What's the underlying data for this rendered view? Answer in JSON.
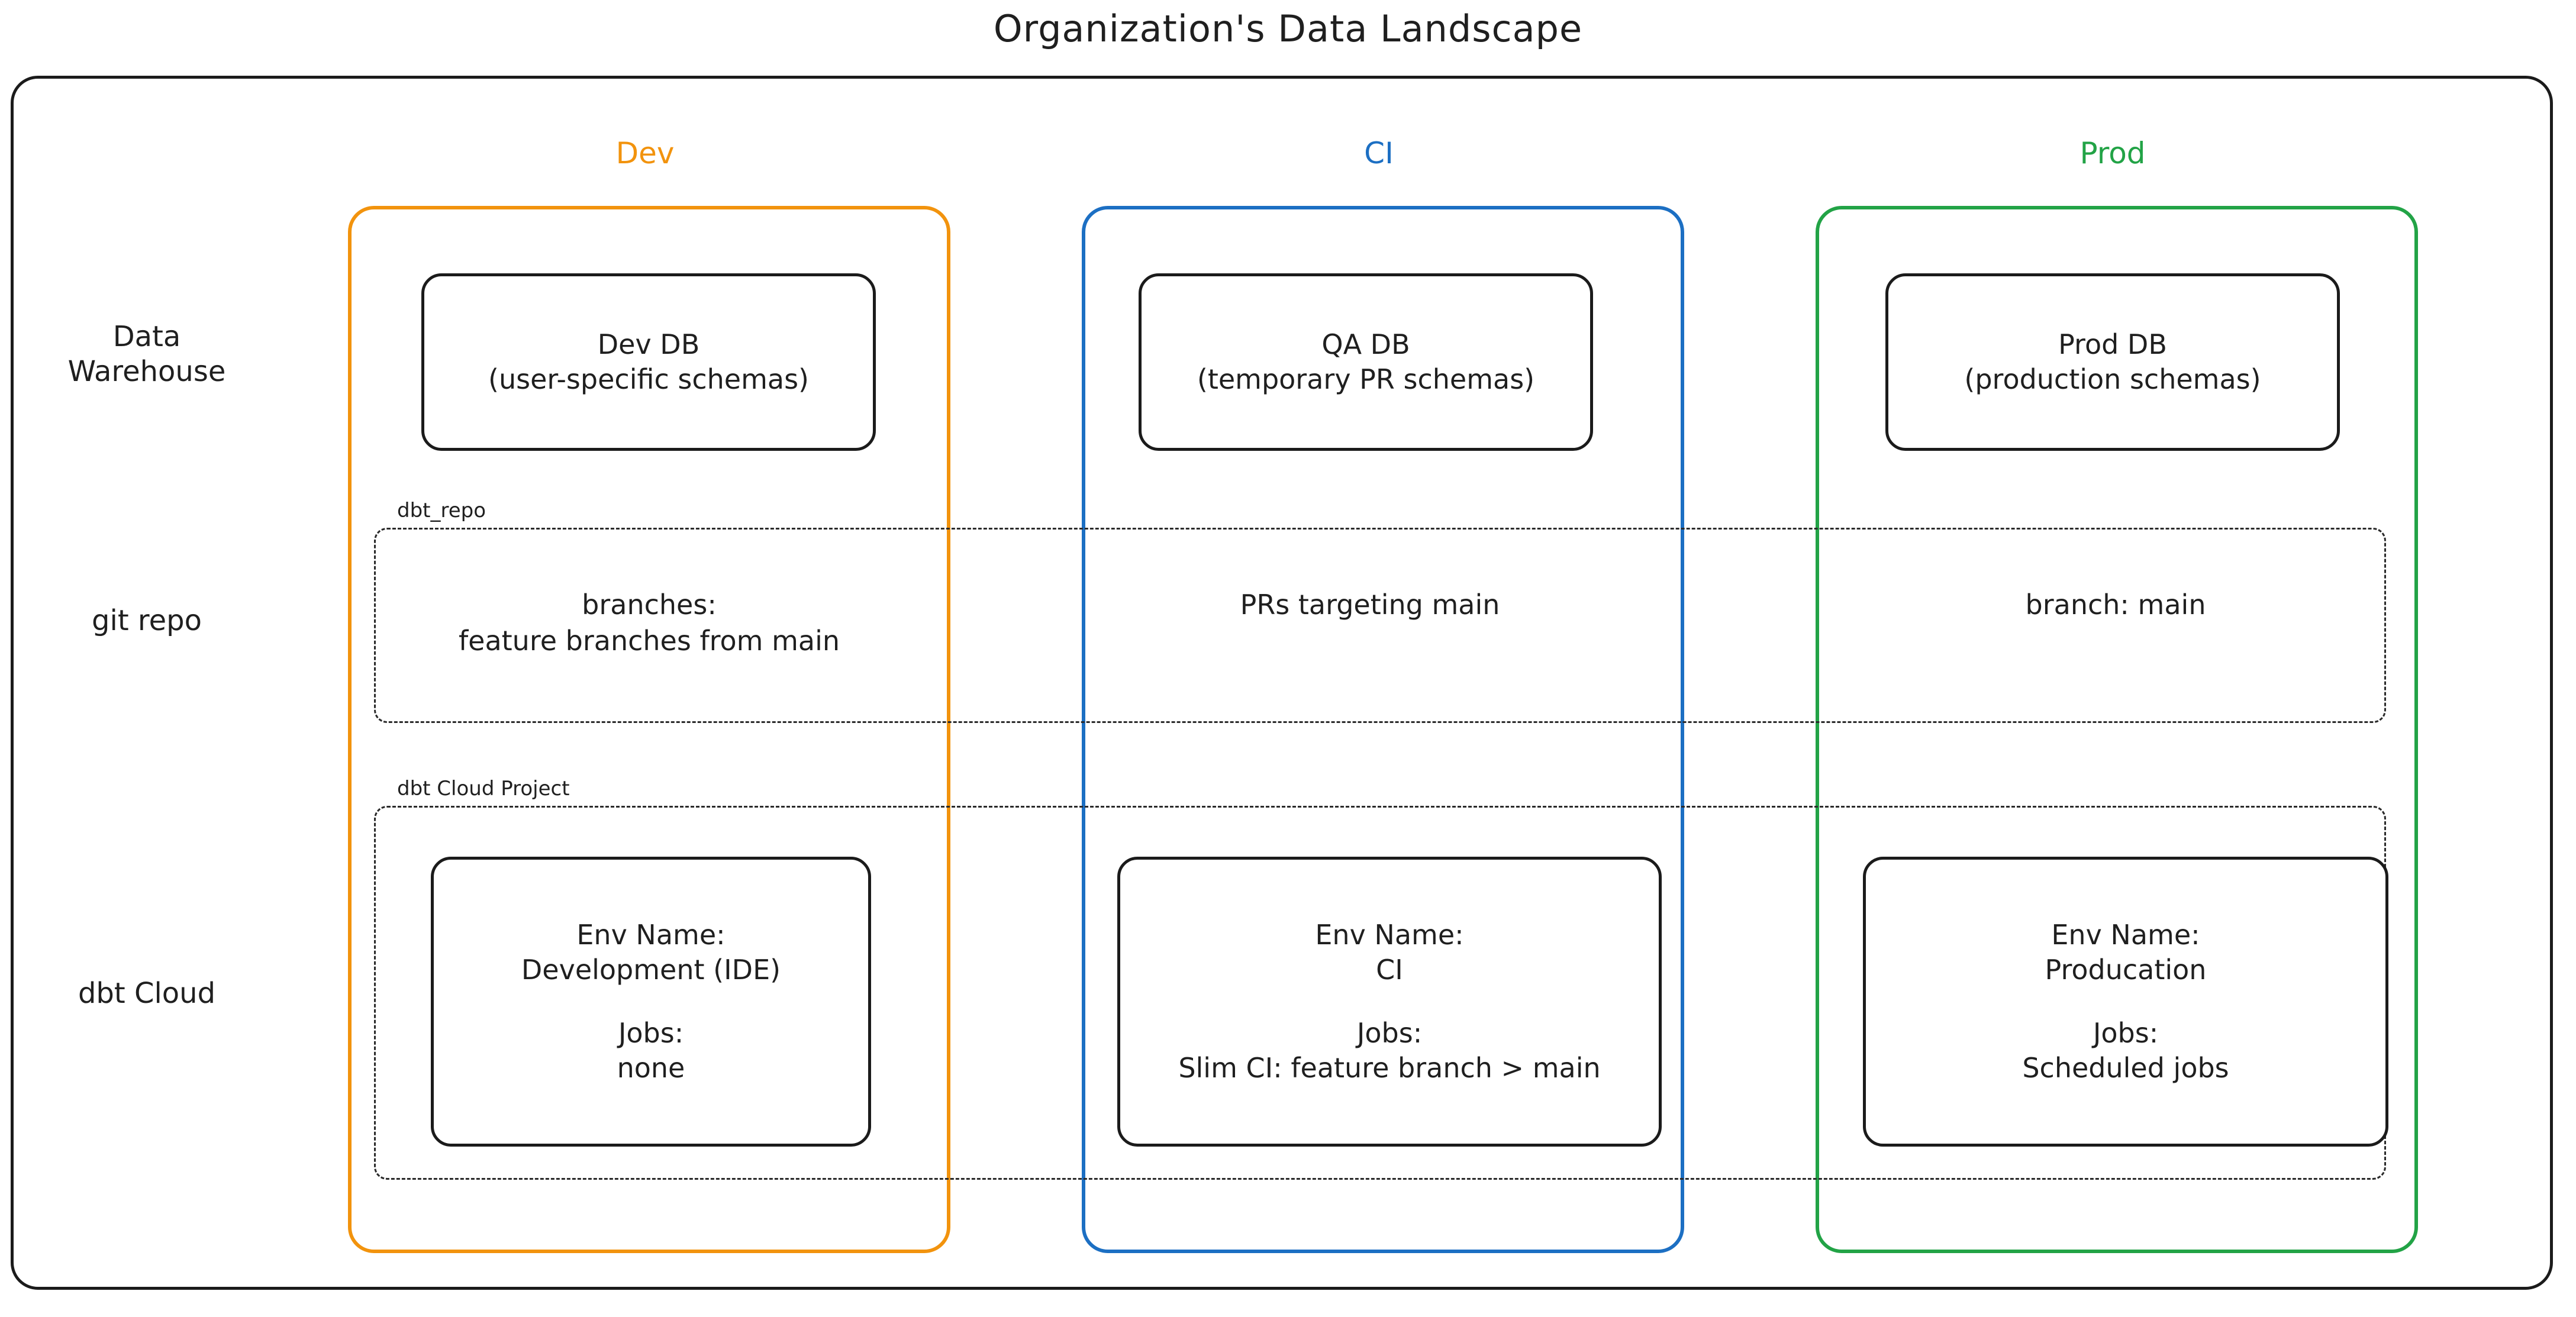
{
  "title": "Organization's Data Landscape",
  "colors": {
    "dev": "#F2930D",
    "ci": "#1C6FC3",
    "prod": "#22A346",
    "frame": "#1b1b1b",
    "text": "#1f1f1f"
  },
  "columns": [
    {
      "key": "dev",
      "label": "Dev"
    },
    {
      "key": "ci",
      "label": "CI"
    },
    {
      "key": "prod",
      "label": "Prod"
    }
  ],
  "rows": [
    {
      "key": "data_warehouse",
      "label_line1": "Data",
      "label_line2": "Warehouse"
    },
    {
      "key": "git_repo",
      "label_line1": "git repo",
      "label_line2": ""
    },
    {
      "key": "dbt_cloud",
      "label_line1": "dbt Cloud",
      "label_line2": ""
    }
  ],
  "groups": [
    {
      "key": "dbt_repo",
      "label": "dbt_repo"
    },
    {
      "key": "dbt_cloud_project",
      "label": "dbt Cloud Project"
    }
  ],
  "data_warehouse": {
    "dev": {
      "line1": "Dev DB",
      "line2": "(user-specific schemas)"
    },
    "ci": {
      "line1": "QA DB",
      "line2": "(temporary PR schemas)"
    },
    "prod": {
      "line1": "Prod DB",
      "line2": "(production schemas)"
    }
  },
  "git_repo": {
    "dev": {
      "line1": "branches:",
      "line2": "feature branches from main"
    },
    "ci": {
      "line1": "PRs targeting main",
      "line2": ""
    },
    "prod": {
      "line1": "branch: main",
      "line2": ""
    }
  },
  "dbt_cloud": {
    "dev": {
      "env_label": "Env Name:",
      "env_value": "Development (IDE)",
      "jobs_label": "Jobs:",
      "jobs_value": "none"
    },
    "ci": {
      "env_label": "Env Name:",
      "env_value": "CI",
      "jobs_label": "Jobs:",
      "jobs_value": "Slim CI: feature branch > main"
    },
    "prod": {
      "env_label": "Env Name:",
      "env_value": "Producation",
      "jobs_label": "Jobs:",
      "jobs_value": "Scheduled jobs"
    }
  }
}
